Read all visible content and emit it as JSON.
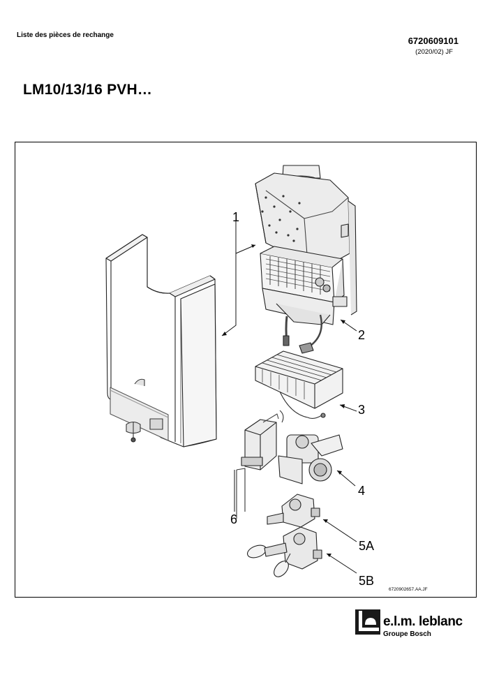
{
  "header": {
    "document_type": "Liste des pièces de rechange",
    "document_number": "6720609101",
    "revision_date": "(2020/02) JF",
    "model_title": "LM10/13/16 PVH…"
  },
  "figure": {
    "callouts": [
      "1",
      "2",
      "3",
      "4",
      "5A",
      "5B",
      "6"
    ],
    "reference_code": "6720902657.AA.JF"
  },
  "brand": {
    "name": "e.l.m. leblanc",
    "group": "Groupe Bosch",
    "logo_icon": "elm-leblanc-logo-icon"
  }
}
